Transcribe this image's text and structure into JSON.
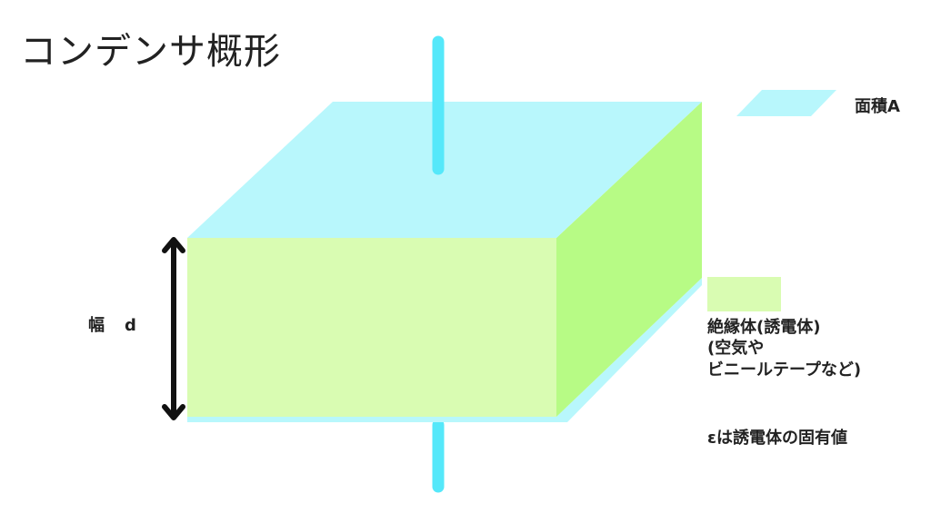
{
  "title": "コンデンサ概形",
  "legend": {
    "area_label": "面積A",
    "insulator_lines": [
      "絶縁体(誘電体)",
      "(空気や",
      "ビニールテープなど)"
    ],
    "epsilon_note": "εは誘電体の固有値"
  },
  "dimension": {
    "width_name": "幅",
    "width_symbol": "d"
  },
  "colors": {
    "plate": "#b8f7fc",
    "dielectric_front": "#d9fcb2",
    "dielectric_side": "#b7fb85",
    "lead": "#55e8fa",
    "arrow": "#111111",
    "text": "#222222"
  }
}
